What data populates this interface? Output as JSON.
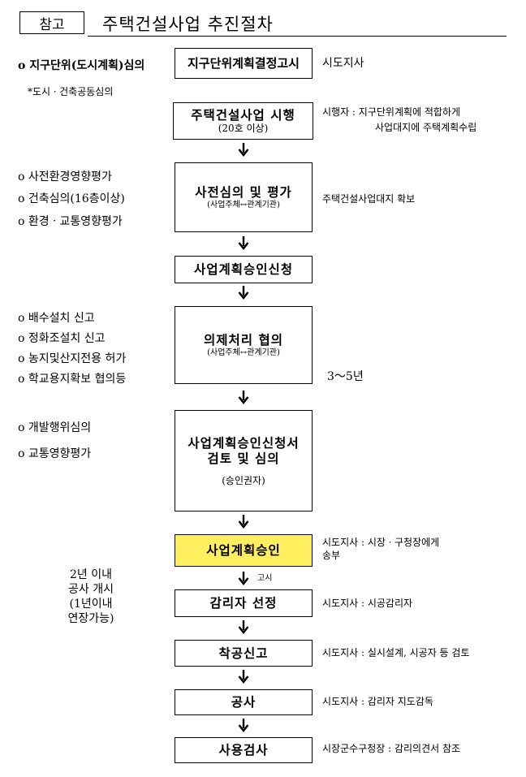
{
  "header": {
    "tag": "참고",
    "title": "주택건설사업 추진절차"
  },
  "left_notes": {
    "group1": [
      "o 지구단위(도시계획)심의",
      "*도시ㆍ건축공동심의"
    ],
    "group2": [
      "o 사전환경영향평가",
      "o 건축심의(16층이상)",
      "o 환경ㆍ교통영향평가"
    ],
    "group3": [
      "o 배수설치 신고",
      "o 정화조설치 신고",
      "o 농지및산지전용 허가",
      "o 학교용지확보 협의등"
    ],
    "group4": [
      "o 개발행위심의",
      "o 교통영향평가"
    ],
    "period": [
      "2년 이내",
      "공사 개시",
      "(1년이내",
      "연장가능)"
    ]
  },
  "steps": [
    {
      "main": "지구단위계획결정고시",
      "sub": "",
      "note": "시도지사"
    },
    {
      "main": "주택건설사업 시행",
      "sub": "(20호 이상)",
      "note": "시행자 : 지구단위계획에 적합하게",
      "note2": "사업대지에 주택계획수립"
    },
    {
      "main": "사전심의 및 평가",
      "sub": "(사업주체↔관계기관)",
      "note": "주택건설사업대지 확보"
    },
    {
      "main": "사업계획승인신청",
      "sub": "",
      "note": ""
    },
    {
      "main": "의제처리 협의",
      "sub": "(사업주체↔관계기관)",
      "note": "3～5년"
    },
    {
      "main": "사업계획승인신청서",
      "main2": "검토 및 심의",
      "sub": "(승인권자)",
      "note": ""
    },
    {
      "main": "사업계획승인",
      "sub": "",
      "note": "시도지사 : 시장ㆍ구청장에게",
      "note2": "송부"
    },
    {
      "main": "감리자 선정",
      "sub": "",
      "note": "시도지사 : 시공감리자"
    },
    {
      "main": "착공신고",
      "sub": "",
      "note": "시도지사 : 실시설계, 시공자 등 검토"
    },
    {
      "main": "공사",
      "sub": "",
      "note": "시도지사 : 감리자 지도감독"
    },
    {
      "main": "사용검사",
      "sub": "",
      "note": "시장군수구청장 : 감리의견서 참조"
    }
  ],
  "arrow_label": "고시",
  "colors": {
    "highlight": "#ffef5e",
    "border": "#000000"
  }
}
